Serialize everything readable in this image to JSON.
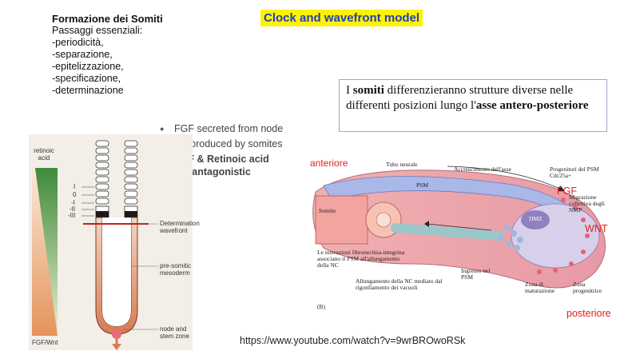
{
  "main_title": "Clock and wavefront model",
  "top_left": {
    "title": "Formazione dei Somiti",
    "lines": [
      "Passaggi essenziali:",
      "-periodicità,",
      "-separazione,",
      "-epitelizzazione,",
      "-specificazione,",
      "-determinazione"
    ]
  },
  "bullets": [
    {
      "text": "FGF secreted from node",
      "bold": false
    },
    {
      "text": "RA produced by somites",
      "bold": false
    },
    {
      "text": "FGF & Retinoic acid are antagonistic",
      "bold": true
    }
  ],
  "somiti_box": {
    "pre": "I",
    "b1": "somiti",
    "mid": "differenzieranno strutture diverse nelle differenti posizioni lungo l'",
    "b2": "asse antero-posteriore"
  },
  "left_figure": {
    "retinoic": "retinoic acid",
    "fgf": "FGF/Wnt",
    "det": "Determination wavefront",
    "psm": "pre-somitic mesoderm",
    "node": "node and stem zone",
    "ticks": [
      "I",
      "0",
      "-I",
      "-II",
      "-III"
    ]
  },
  "right_figure": {
    "anteriore": "anteriore",
    "posteriore": "posteriore",
    "fgf": "FGF",
    "wnt": "WNT",
    "tubo": "Tubo neurale",
    "accrescimento": "Accrescimento dell'asse",
    "progenitori": "Progenitori del PSM Cdc25a+",
    "psm": "PSM",
    "somite": "Somite",
    "dmz": "DMZ",
    "migrazione": "Migrazione collettiva degli NMP",
    "interazioni": "Le interazioni fibronectina-integrina associano il PSM all'allungamento della NC",
    "allungamento": "Allungamento della NC mediato dal rigonfiamento dei vacuoli",
    "ingresso": "Ingresso nel PSM",
    "zona_mat": "Zona di maturazione",
    "zona_prog": "Zona progenitrice",
    "panel": "(B)"
  },
  "url": "https://www.youtube.com/watch?v=9wrBROwoRSk",
  "colors": {
    "title_bg": "#fff200",
    "title_fg": "#1f3fbf",
    "red": "#e3201b"
  }
}
